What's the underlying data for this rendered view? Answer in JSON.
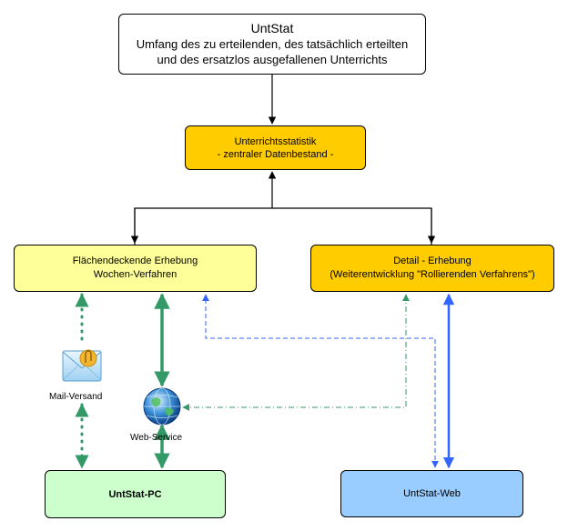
{
  "nodes": {
    "top": {
      "line1": "UntStat",
      "line2": "Umfang des zu erteilenden, des tatsächlich erteilten",
      "line3": "und des ersatzlos ausgefallenen Unterrichts"
    },
    "mid": {
      "line1": "Unterrichtsstatistik",
      "line2": "- zentraler Datenbestand -"
    },
    "left": {
      "line1": "Flächendeckende Erhebung",
      "line2": "Wochen-Verfahren"
    },
    "right": {
      "line1": "Detail - Erhebung",
      "line2": "(Weiterentwicklung \"Rollierenden Verfahrens\")"
    },
    "pc": {
      "label": "UntStat-PC"
    },
    "web": {
      "label": "UntStat-Web"
    }
  },
  "icons": {
    "mail": {
      "icon": "envelope-paperclip-icon",
      "label": "Mail-Versand"
    },
    "webservice": {
      "icon": "globe-icon",
      "label": "Web-Service"
    }
  },
  "colors": {
    "green": "#339966",
    "blue": "#3366ff",
    "black": "#000000",
    "orange": "#ffcc00",
    "yellow": "#ffff99",
    "lightgreen": "#ccffcc",
    "lightblue": "#99ccff"
  }
}
